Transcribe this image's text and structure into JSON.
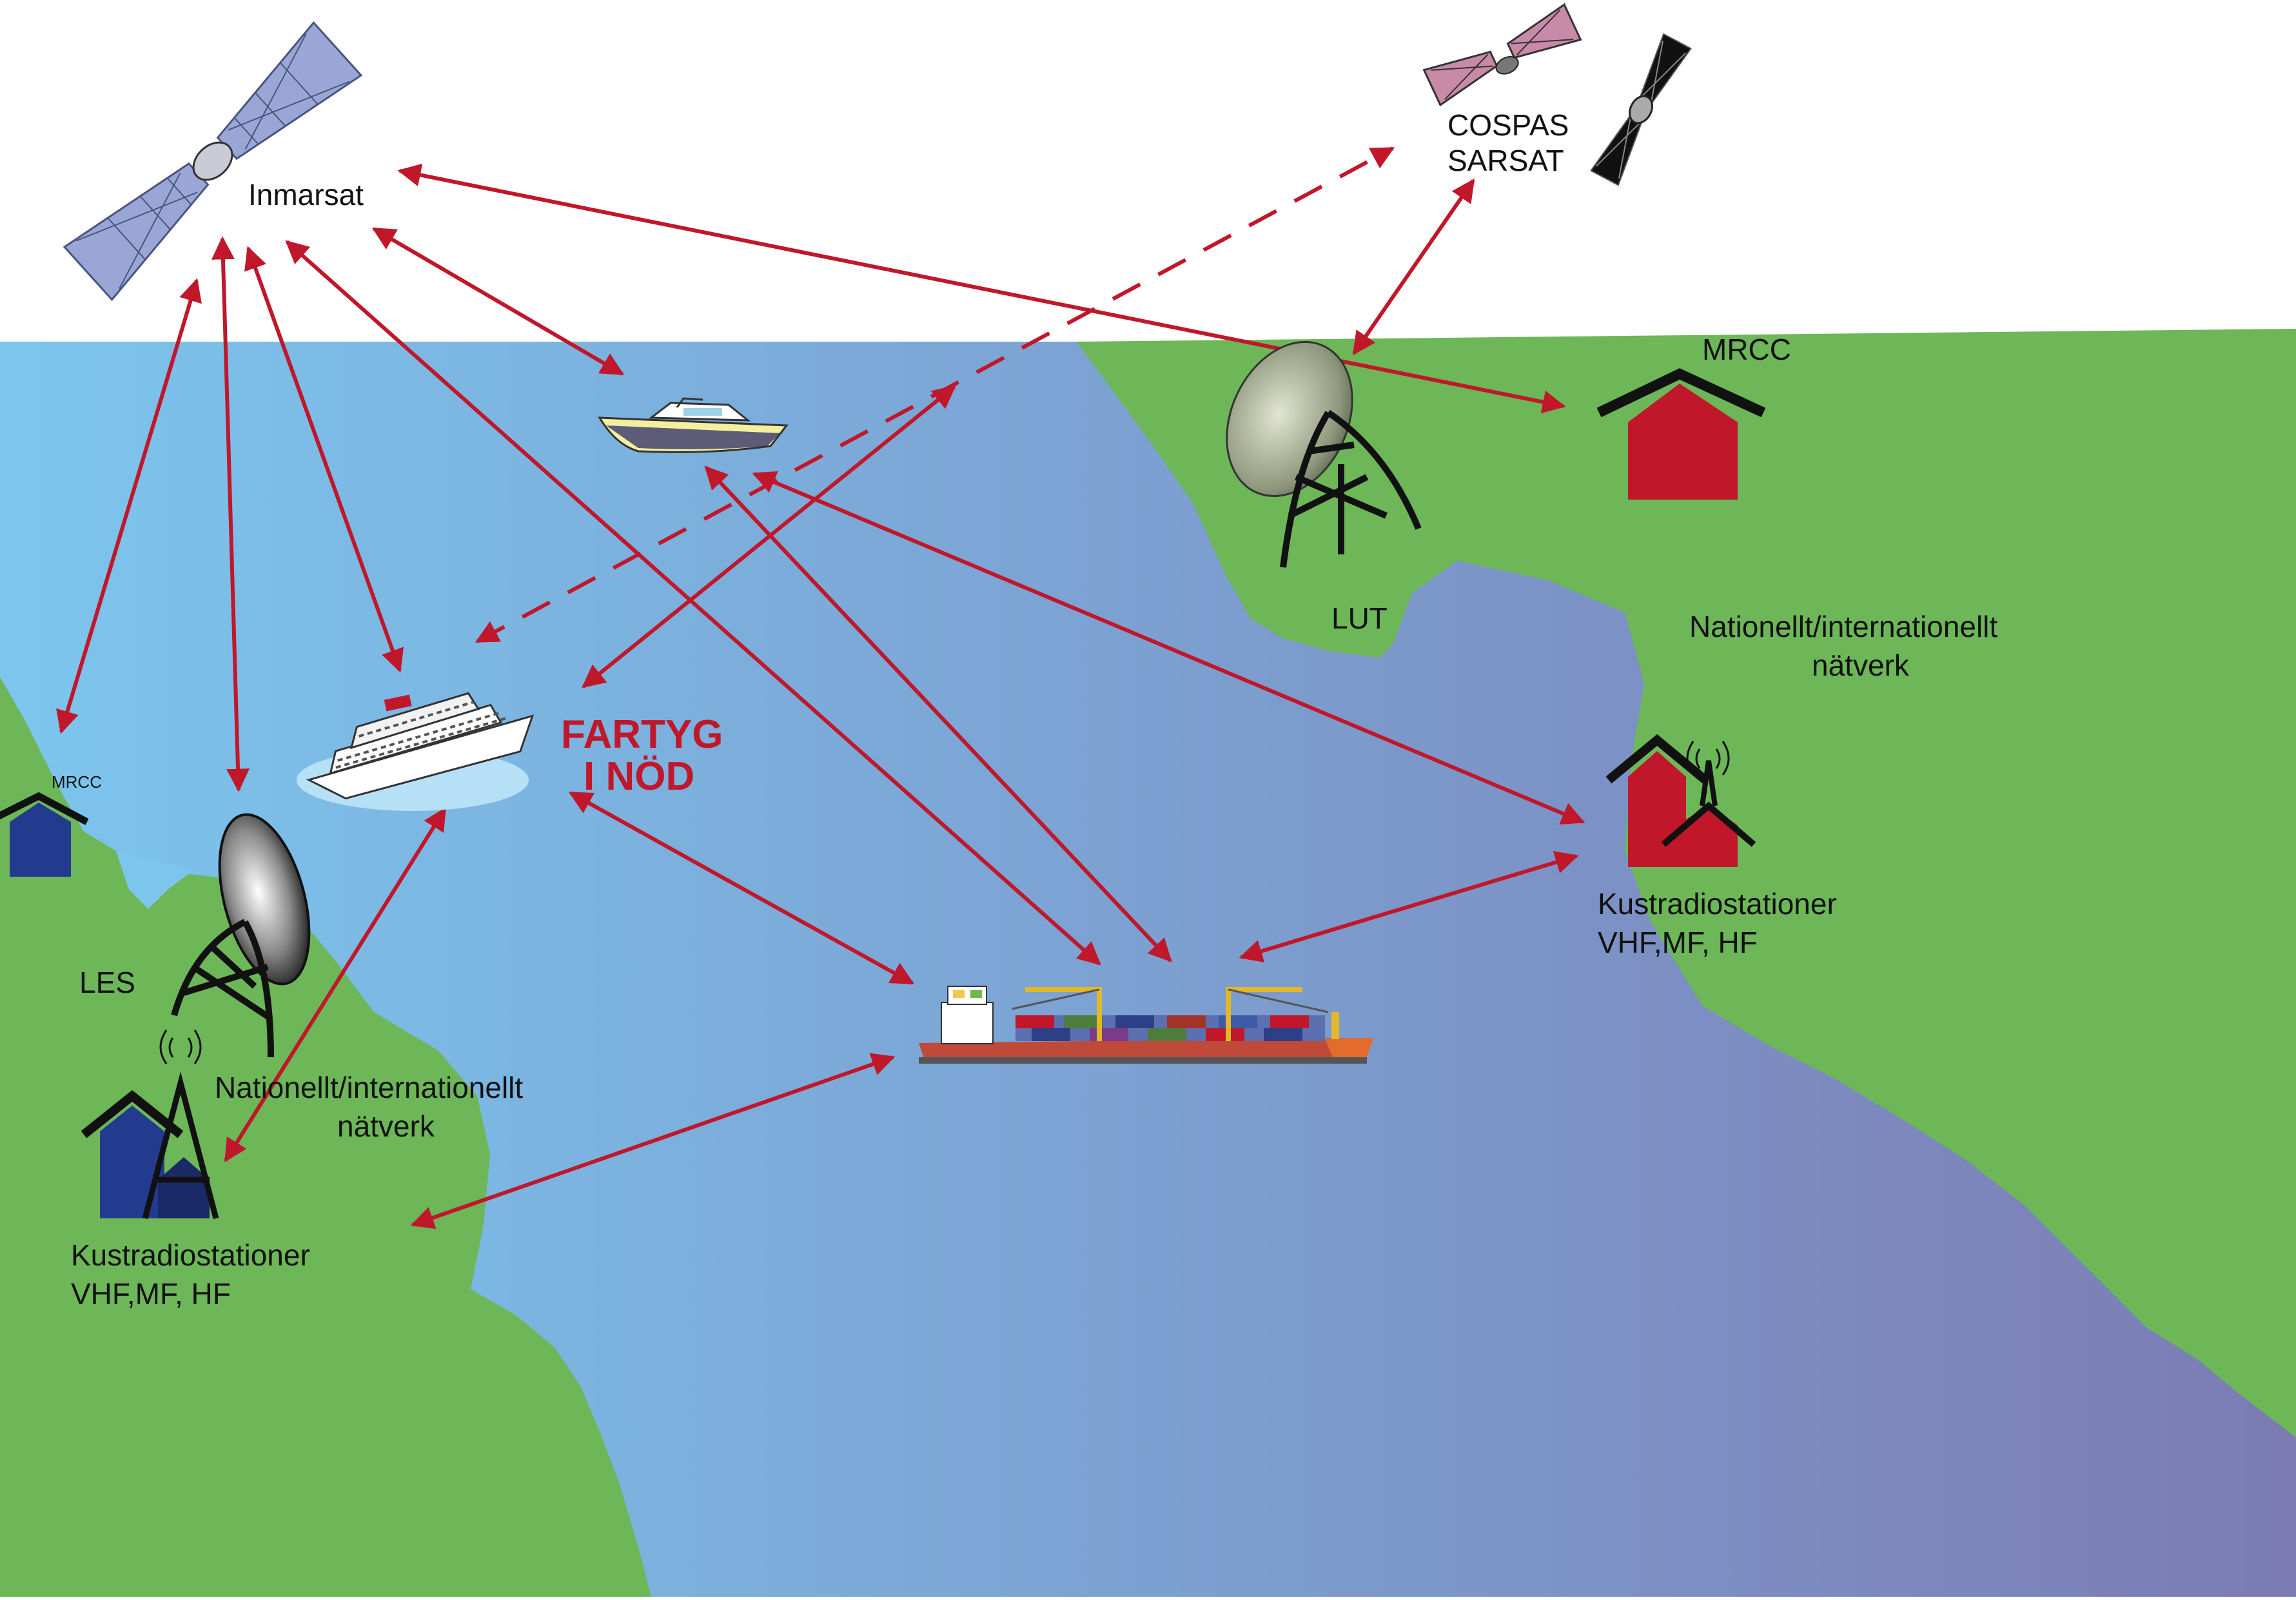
{
  "labels": {
    "inmarsat": "Inmarsat",
    "cospas_line1": "COSPAS",
    "cospas_line2": "SARSAT",
    "mrcc_right": "MRCC",
    "mrcc_left": "MRCC",
    "lut": "LUT",
    "les": "LES",
    "network_right_line1": "Nationellt/internationellt",
    "network_right_line2": "nätverk",
    "network_left_line1": "Nationellt/internationellt",
    "network_left_line2": "nätverk",
    "coastal_right_line1": "Kustradiostationer",
    "coastal_right_line2": "VHF,MF, HF",
    "coastal_left_line1": "Kustradiostationer",
    "coastal_left_line2": "VHF,MF, HF",
    "distress_line1": "FARTYG",
    "distress_line2": "I NÖD"
  },
  "colors": {
    "sea_left": "#7cc6ee",
    "sea_right": "#7c7bb4",
    "land": "#6db758",
    "arrow": "#c0172b",
    "mrcc_red": "#c0172b",
    "station_blue": "#233b8f",
    "distress_text": "#c0172b"
  },
  "icons": {
    "inmarsat": "satellite-icon",
    "cospas_sarsat": "satellite-icon",
    "lut": "satellite-dish-icon",
    "les": "satellite-dish-icon",
    "mrcc": "house-icon",
    "coastal_station": "radio-tower-icon",
    "cruise_ship": "cruise-ship-icon",
    "motor_boat": "boat-icon",
    "cargo_ship": "cargo-ship-icon"
  }
}
